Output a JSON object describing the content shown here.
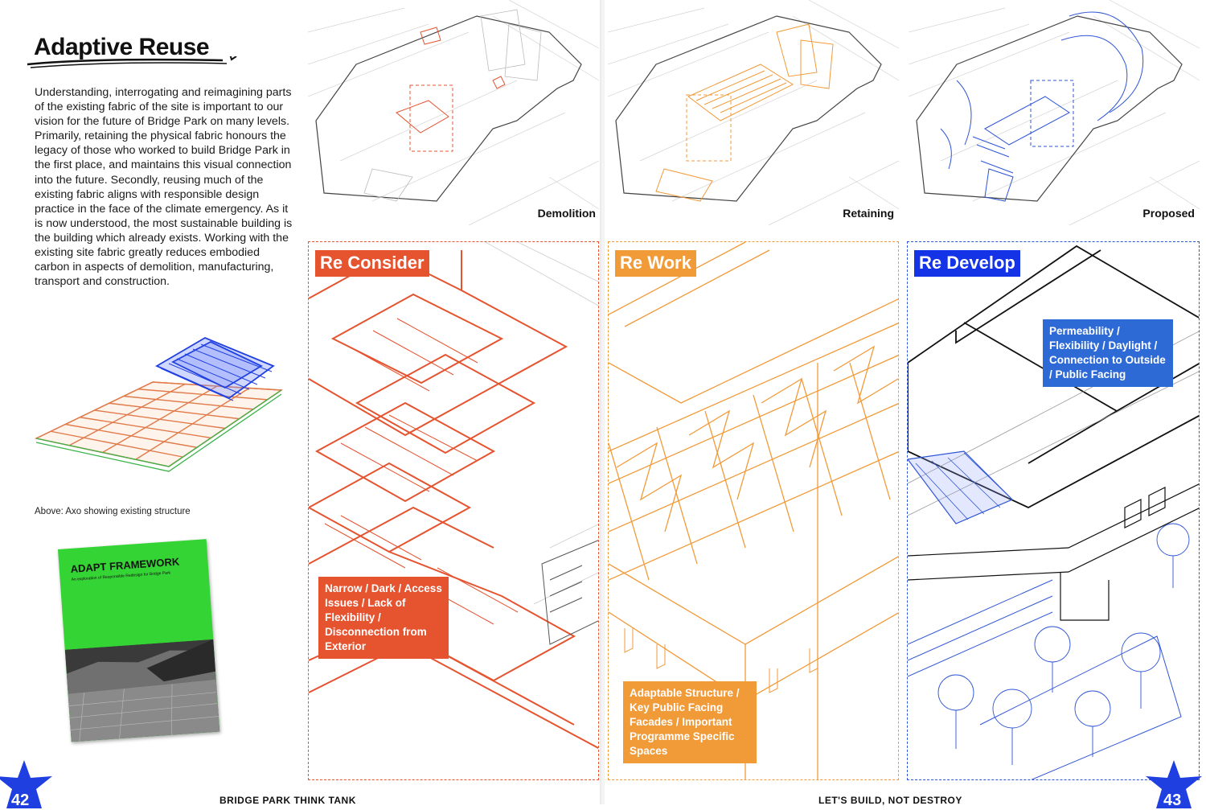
{
  "left_page": {
    "title": "Adaptive Reuse",
    "body": "Understanding, interrogating and reimagining parts of the existing fabric of the site is important to our vision for the future of Bridge Park on many levels. Primarily, retaining the physical fabric honours the legacy of those who worked to build Bridge Park in the first place, and maintains this visual connection into the future. Secondly, reusing much of the existing fabric aligns with responsible design practice in the face of the climate emergency. As it is now understood, the most sustainable building is the building which already exists. Working with the existing site fabric greatly reduces embodied carbon in aspects of demolition, manufacturing, transport and construction.",
    "caption": "Above: Axo showing existing structure",
    "cover_title": "ADAPT FRAMEWORK",
    "cover_subtitle": "An exploration of Responsible Redesign for Bridge Park",
    "cover_color": "#35d435",
    "page_number": "42",
    "footer": "BRIDGE PARK THINK TANK"
  },
  "right_page": {
    "site_plans": [
      {
        "label": "Demolition",
        "color": "#e5532f"
      },
      {
        "label": "Retaining",
        "color": "#f19a38"
      },
      {
        "label": "Proposed",
        "color": "#2e55d6"
      }
    ],
    "strategies": [
      {
        "tag": "Re Consider",
        "note": "Narrow / Dark / Access Issues / Lack of Flexibility / Disconnection from Exterior",
        "color": "#e5532f"
      },
      {
        "tag": "Re Work",
        "note": "Adaptable Structure / Key Public Facing Facades / Important Programme Specific Spaces",
        "color": "#f19a38"
      },
      {
        "tag": "Re Develop",
        "note": "Permeability / Flexibility / Daylight / Connection to Outside / Public Facing",
        "color": "#2546e0"
      }
    ],
    "page_number": "43",
    "footer": "LET'S BUILD, NOT DESTROY"
  },
  "colors": {
    "red": "#e5532f",
    "orange": "#f19a38",
    "blue": "#2546e0",
    "brand_blue_star": "#1f3fe0"
  }
}
